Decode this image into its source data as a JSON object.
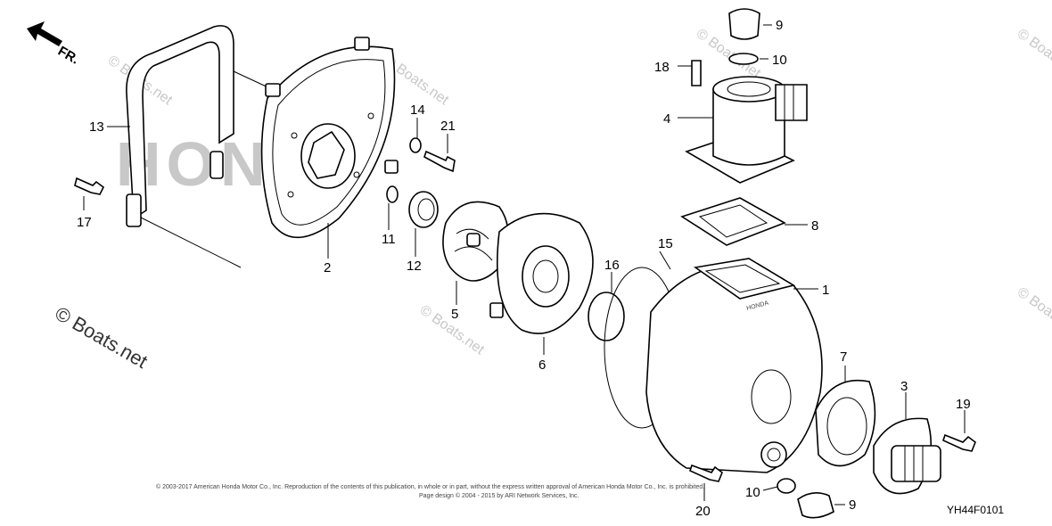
{
  "direction_label": "FR.",
  "watermark_large": "© Boats.net",
  "watermark_small": "© Boats.net",
  "diagram_code": "YH44F0101",
  "copyright_line1": "© 2003-2017 American Honda Motor Co., Inc. Reproduction of the contents of this publication, in whole or in part, without the express written approval of American Honda Motor Co., Inc. is prohibited.",
  "copyright_line2": "Page design © 2004 - 2015 by ARI Network Services, Inc.",
  "emboss_text": "HONDA",
  "callouts": {
    "c1": "1",
    "c2": "2",
    "c3": "3",
    "c4": "4",
    "c5": "5",
    "c6": "6",
    "c7": "7",
    "c8": "8",
    "c9a": "9",
    "c9b": "9",
    "c10a": "10",
    "c10b": "10",
    "c11": "11",
    "c12": "12",
    "c13": "13",
    "c14": "14",
    "c15": "15",
    "c16": "16",
    "c17": "17",
    "c18": "18",
    "c19": "19",
    "c20": "20",
    "c21": "21"
  }
}
